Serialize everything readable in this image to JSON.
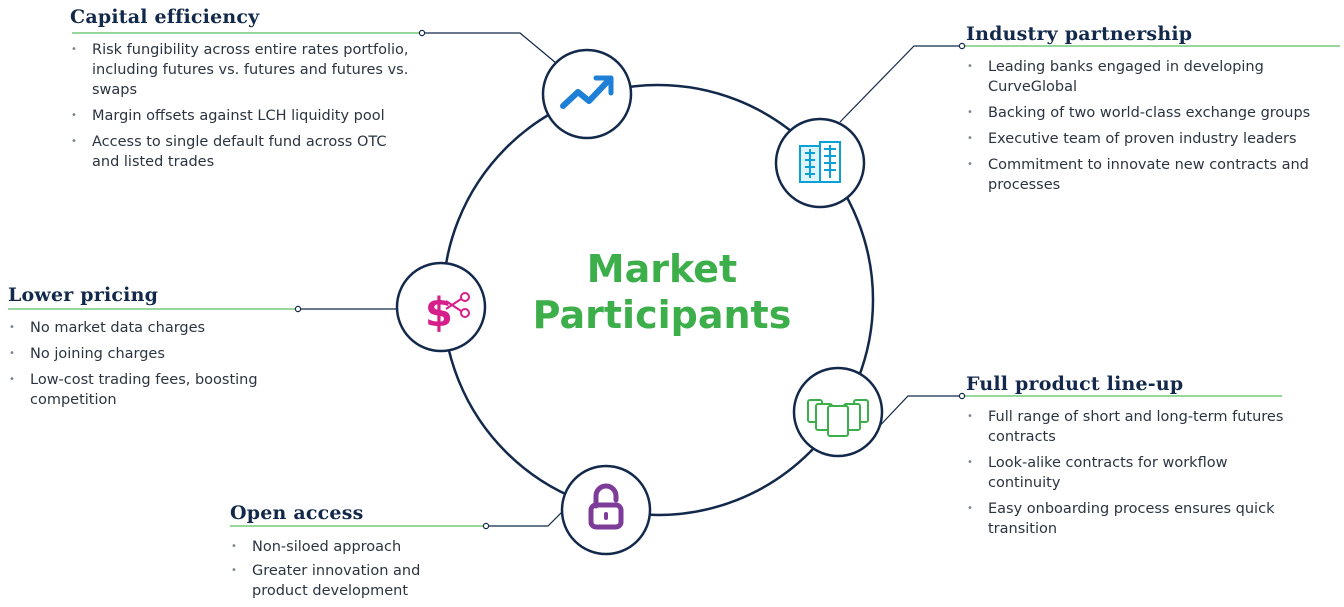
{
  "center": {
    "line1": "Market",
    "line2": "Participants"
  },
  "colors": {
    "navy": "#13294b",
    "green": "#3cae4a",
    "teal": "#0aa2d6",
    "blue": "#1e7fd6",
    "magenta": "#d61f8a",
    "purple": "#7d3c98",
    "line_green": "#5bbf5f",
    "circle_stroke": "#13294b"
  },
  "blocks": {
    "capital": {
      "title": "Capital efficiency",
      "icon": "trend-up-arrow-icon",
      "bullets": [
        "Risk fungibility across entire rates portfolio, including futures vs. futures and futures vs. swaps",
        "Margin offsets against LCH liquidity pool",
        "Access to single default fund across OTC and listed trades"
      ]
    },
    "industry": {
      "title": "Industry partnership",
      "icon": "building-icon",
      "bullets": [
        "Leading banks engaged in developing CurveGlobal",
        "Backing of two world-class exchange groups",
        "Executive team of proven industry leaders",
        "Commitment to innovate new contracts and processes"
      ]
    },
    "pricing": {
      "title": "Lower pricing",
      "icon": "dollar-scissors-icon",
      "bullets": [
        "No market data charges",
        "No joining charges",
        "Low-cost trading fees, boosting competition"
      ]
    },
    "product": {
      "title": "Full product line-up",
      "icon": "cards-icon",
      "bullets": [
        "Full range of short and long-term futures contracts",
        "Look-alike contracts for workflow continuity",
        "Easy onboarding process ensures quick transition"
      ]
    },
    "open": {
      "title": "Open access",
      "icon": "open-lock-icon",
      "bullets": [
        "Non-siloed approach",
        "Greater innovation and product development"
      ]
    }
  }
}
